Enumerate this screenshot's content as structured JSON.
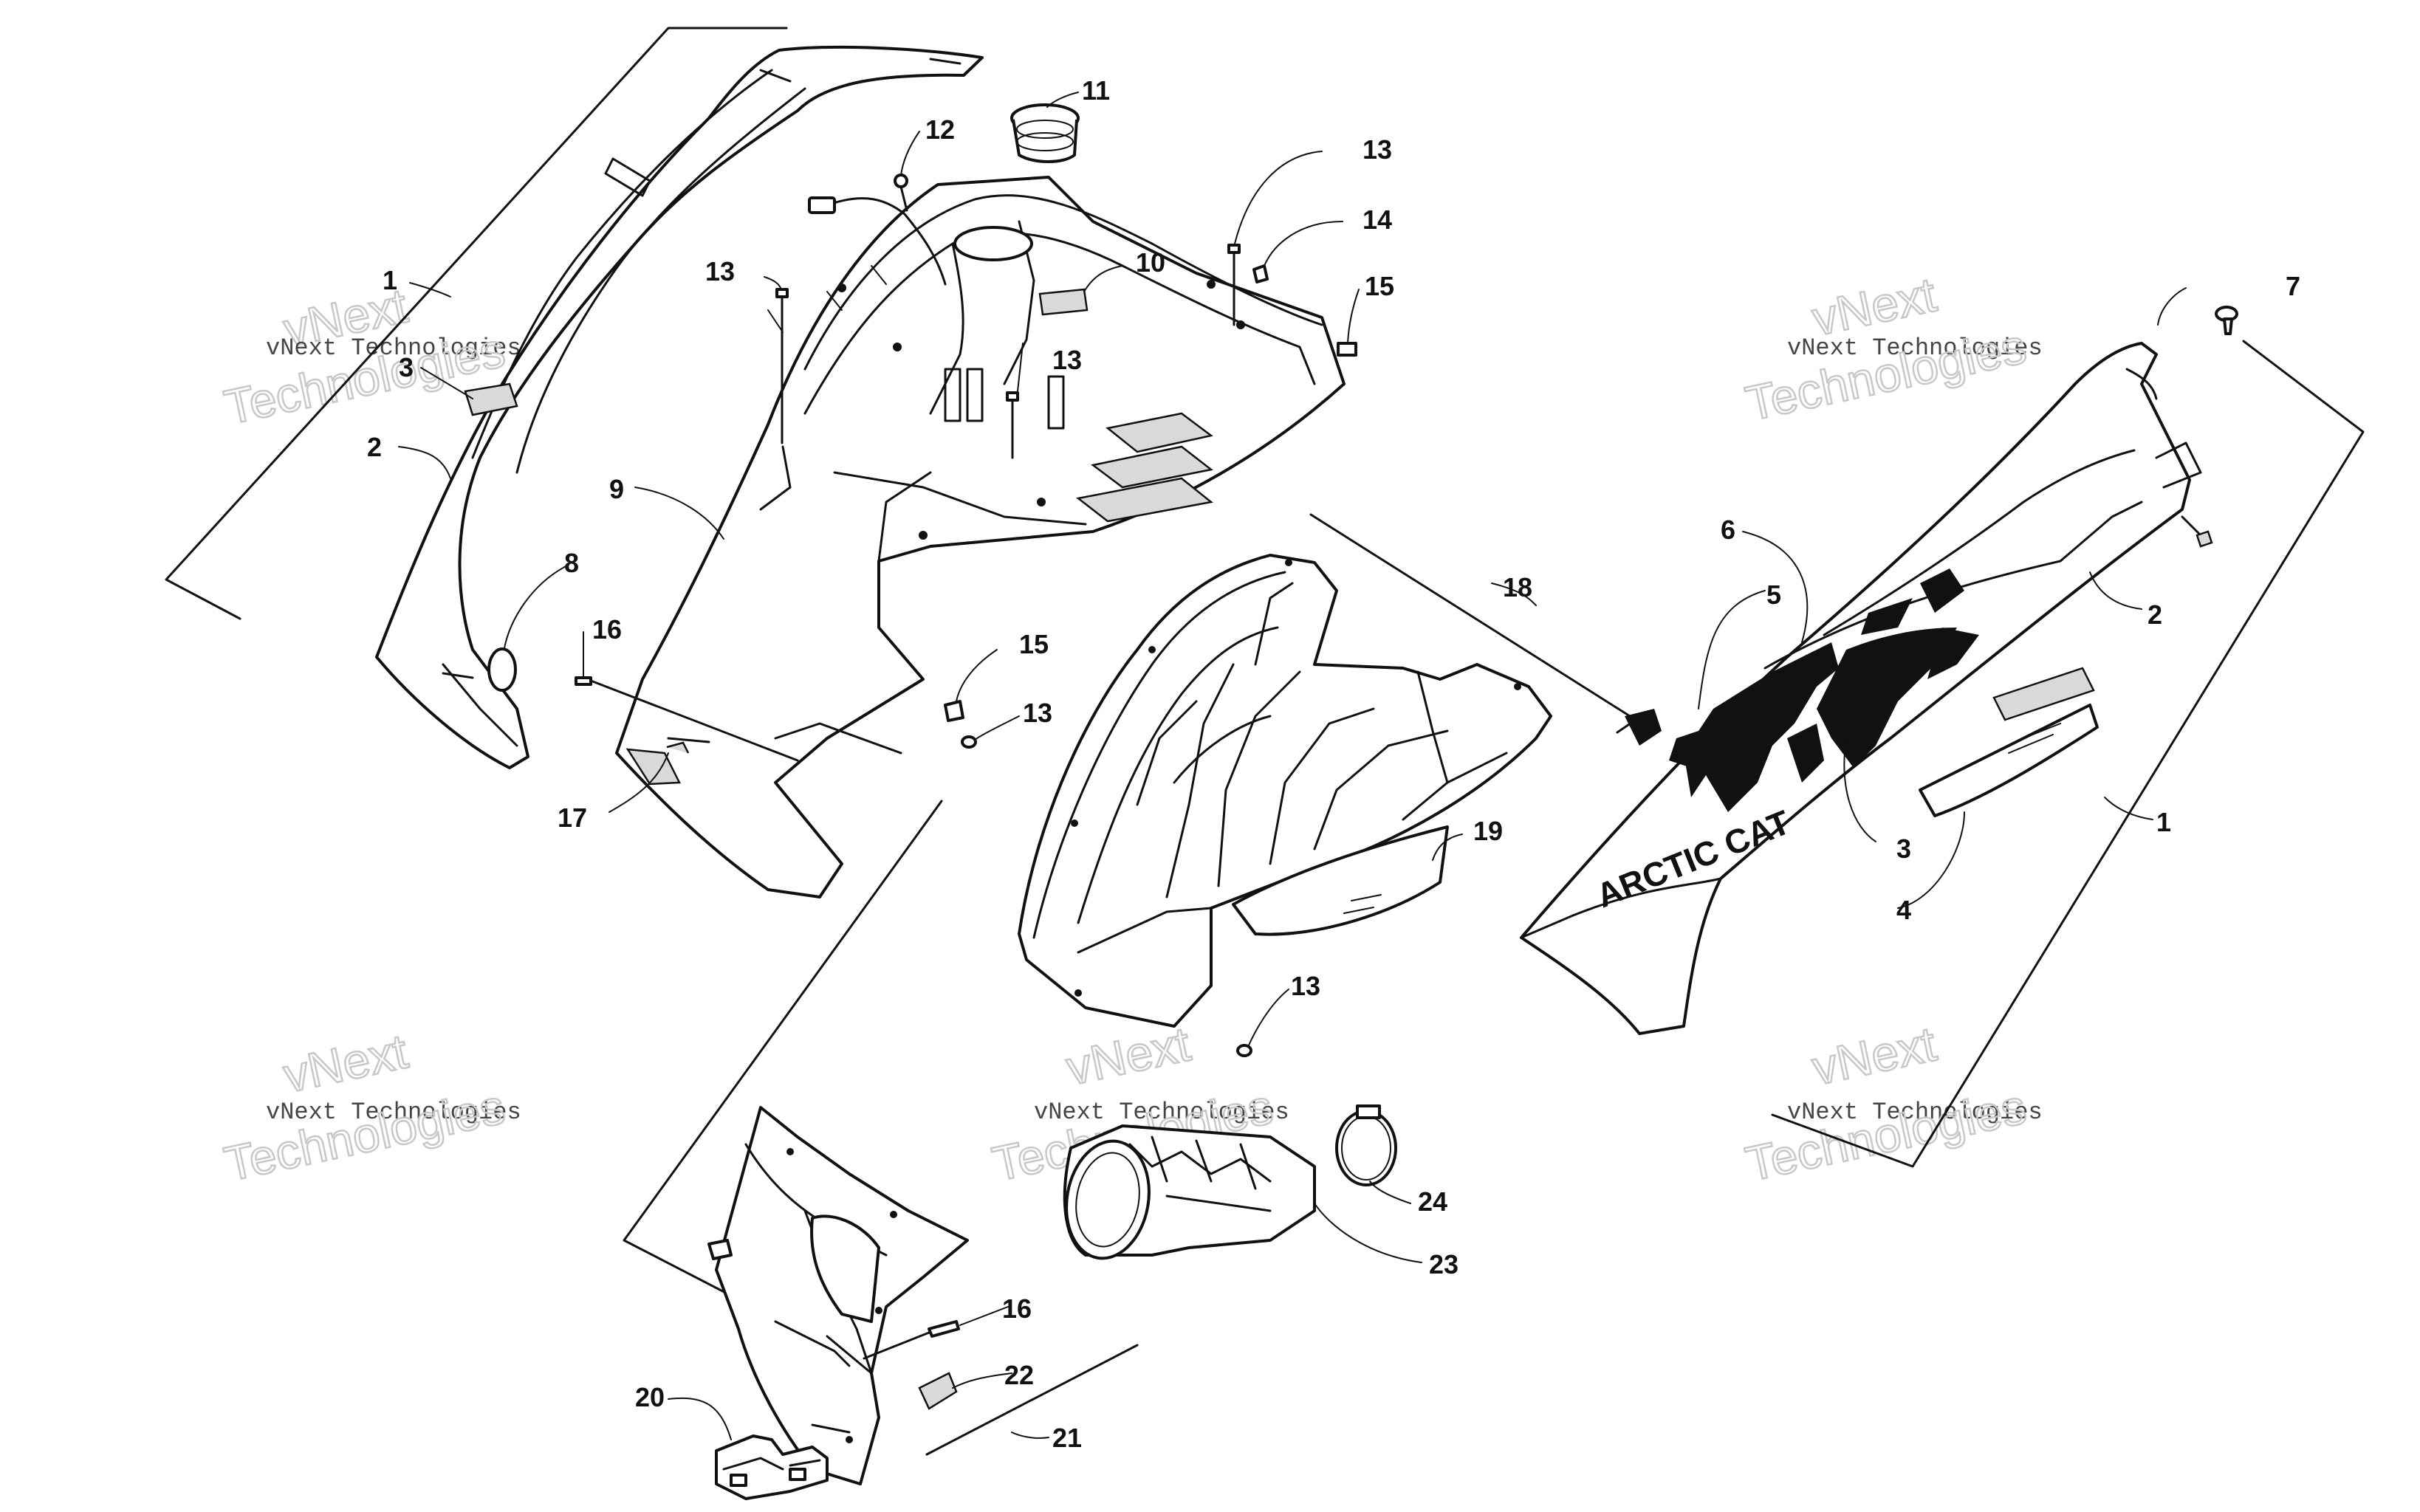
{
  "diagram": {
    "brand_decal_text": "ARCTIC CAT",
    "watermark": {
      "line1": "vNext",
      "line2": "vNext Technologies",
      "line3": "Technologies"
    },
    "callouts": [
      {
        "id": "c1a",
        "label": "1"
      },
      {
        "id": "c1b",
        "label": "1"
      },
      {
        "id": "c2a",
        "label": "2"
      },
      {
        "id": "c2b",
        "label": "2"
      },
      {
        "id": "c3a",
        "label": "3"
      },
      {
        "id": "c3b",
        "label": "3"
      },
      {
        "id": "c4",
        "label": "4"
      },
      {
        "id": "c5",
        "label": "5"
      },
      {
        "id": "c6",
        "label": "6"
      },
      {
        "id": "c7",
        "label": "7"
      },
      {
        "id": "c8",
        "label": "8"
      },
      {
        "id": "c9",
        "label": "9"
      },
      {
        "id": "c10",
        "label": "10"
      },
      {
        "id": "c11",
        "label": "11"
      },
      {
        "id": "c12",
        "label": "12"
      },
      {
        "id": "c13a",
        "label": "13"
      },
      {
        "id": "c13b",
        "label": "13"
      },
      {
        "id": "c13c",
        "label": "13"
      },
      {
        "id": "c13d",
        "label": "13"
      },
      {
        "id": "c13e",
        "label": "13"
      },
      {
        "id": "c14",
        "label": "14"
      },
      {
        "id": "c15a",
        "label": "15"
      },
      {
        "id": "c15b",
        "label": "15"
      },
      {
        "id": "c16a",
        "label": "16"
      },
      {
        "id": "c16b",
        "label": "16"
      },
      {
        "id": "c17",
        "label": "17"
      },
      {
        "id": "c18",
        "label": "18"
      },
      {
        "id": "c19",
        "label": "19"
      },
      {
        "id": "c20",
        "label": "20"
      },
      {
        "id": "c21",
        "label": "21"
      },
      {
        "id": "c22",
        "label": "22"
      },
      {
        "id": "c23",
        "label": "23"
      },
      {
        "id": "c24",
        "label": "24"
      }
    ]
  }
}
